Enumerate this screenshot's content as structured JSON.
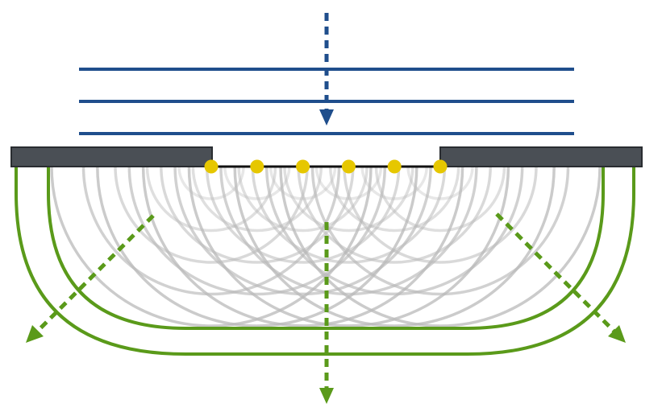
{
  "diagram": {
    "kind": "single-slit diffraction (Huygens wavelets)",
    "source_count": 6,
    "incident_wavefront_count": 3,
    "wavelet_rings_per_source": 5,
    "colors": {
      "incident_wave": "#1f4e8c",
      "barrier": "#4a4f55",
      "barrier_edge": "#2a2d31",
      "source_point": "#e6c700",
      "wavelet": "#b9b9b9",
      "diffracted_wave": "#5a9a1a",
      "background": "#ffffff"
    }
  }
}
